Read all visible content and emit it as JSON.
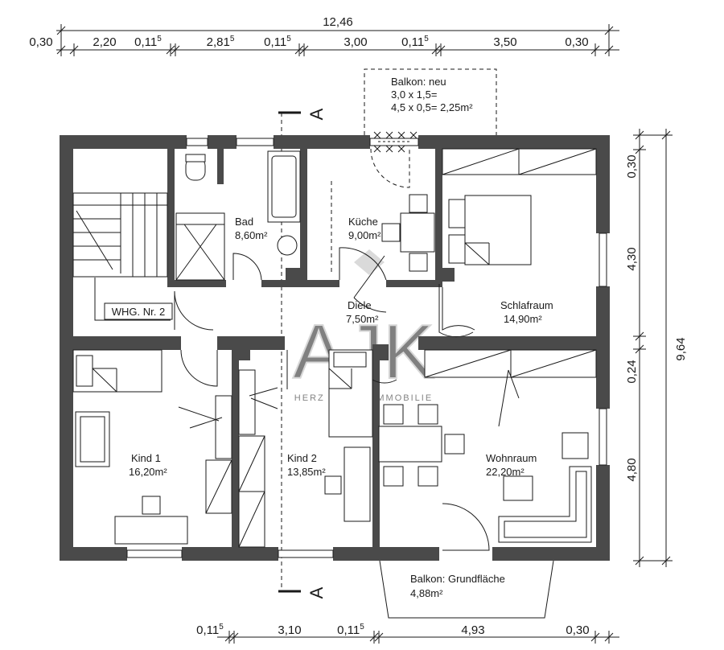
{
  "dimensions": {
    "total_width": "12,46",
    "top": [
      {
        "label": "0,30"
      },
      {
        "label": "2,20"
      },
      {
        "label": "0,11",
        "sup": "5"
      },
      {
        "label": "2,81",
        "sup": "5"
      },
      {
        "label": "0,11",
        "sup": "5"
      },
      {
        "label": "3,00"
      },
      {
        "label": "0,11",
        "sup": "5"
      },
      {
        "label": "3,50"
      },
      {
        "label": "0,30"
      }
    ],
    "bottom": [
      {
        "label": "0,11",
        "sup": "5"
      },
      {
        "label": "3,10"
      },
      {
        "label": "0,11",
        "sup": "5"
      },
      {
        "label": "4,93"
      },
      {
        "label": "0,30"
      }
    ],
    "right": [
      {
        "label": "0,30"
      },
      {
        "label": "4,30"
      },
      {
        "label": "0,24"
      },
      {
        "label": "4,80"
      }
    ],
    "total_height": "9,64"
  },
  "section_marker": "A",
  "balcony_new": {
    "title": "Balkon: neu",
    "line1": "3,0 x 1,5=",
    "line2": "4,5 x 0,5= 2,25m²"
  },
  "balcony_base": {
    "title": "Balkon: Grundfläche",
    "area": "4,88m²"
  },
  "rooms": [
    {
      "key": "bad",
      "name": "Bad",
      "area": "8,60m²"
    },
    {
      "key": "kueche",
      "name": "Küche",
      "area": "9,00m²"
    },
    {
      "key": "schlafraum",
      "name": "Schlafraum",
      "area": "14,90m²"
    },
    {
      "key": "diele",
      "name": "Diele",
      "area": "7,50m²"
    },
    {
      "key": "kind1",
      "name": "Kind 1",
      "area": "16,20m²"
    },
    {
      "key": "kind2",
      "name": "Kind 2",
      "area": "13,85m²"
    },
    {
      "key": "wohnraum",
      "name": "Wohnraum",
      "area": "22,20m²"
    }
  ],
  "unit_label": "WHG. Nr. 2",
  "watermark": {
    "logo": "AJK",
    "tagline": "HERZ TRIFFT IMMOBILIE"
  }
}
